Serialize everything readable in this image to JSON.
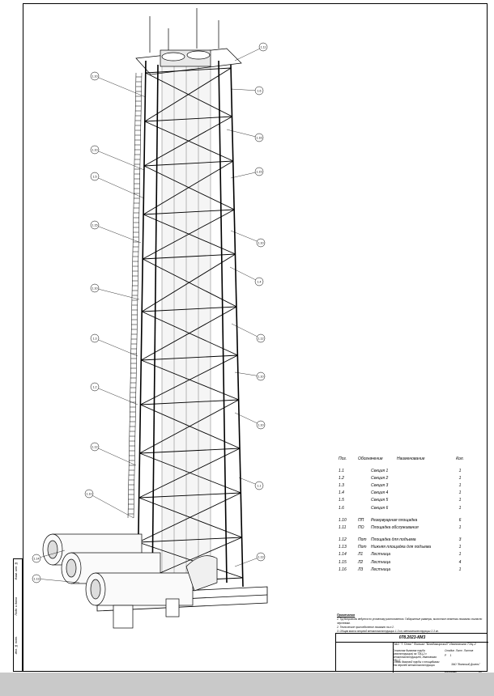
{
  "specification": {
    "headers": {
      "pos": "Поз.",
      "designation": "Обозначение",
      "name": "Наименование",
      "qty": "Кол."
    },
    "rows": [
      {
        "pos": "1.1",
        "designation": "",
        "name": "Секция 1",
        "qty": "1"
      },
      {
        "pos": "1.2",
        "designation": "",
        "name": "Секция 2",
        "qty": "1"
      },
      {
        "pos": "1.3",
        "designation": "",
        "name": "Секция 3",
        "qty": "1"
      },
      {
        "pos": "1.4",
        "designation": "",
        "name": "Секция 4",
        "qty": "1"
      },
      {
        "pos": "1.5",
        "designation": "",
        "name": "Секция 5",
        "qty": "1"
      },
      {
        "pos": "1.6",
        "designation": "",
        "name": "Секция 6",
        "qty": "1"
      },
      {
        "pos": "1.10",
        "designation": "ПП",
        "name": "Резервуарная площадка",
        "qty": "6"
      },
      {
        "pos": "1.11",
        "designation": "ПО",
        "name": "Площадка обслуживания",
        "qty": "1"
      },
      {
        "pos": "1.12",
        "designation": "Пот",
        "name": "Площадка для подъема",
        "qty": "3"
      },
      {
        "pos": "1.13",
        "designation": "Пот",
        "name": "Нижняя площадка для подъема",
        "qty": "1"
      },
      {
        "pos": "1.14",
        "designation": "Л1",
        "name": "Лестница",
        "qty": "1"
      },
      {
        "pos": "1.15",
        "designation": "Л2",
        "name": "Лестница",
        "qty": "4"
      },
      {
        "pos": "1.16",
        "designation": "Л3",
        "name": "Лестница",
        "qty": "1"
      }
    ]
  },
  "notes": {
    "title": "Примечания",
    "items": [
      "1. Трубопроводы ведутся по условному расположению. Габаритные размеры, высотные отметки показаны согласно чертежам.",
      "2. Техническое присоединение показано на л.2.",
      "3. Общая масса опорной металлоконструкции 1-3 кн, металлоконструкции 2-3 кн."
    ]
  },
  "title_block": {
    "code": "078.2023-КМ3",
    "organization": "ПАО \"Т Плюс\" Филиал \"Владимирский\" Ивановская ТЭЦ-2",
    "description": "Стальная дымовая труба (реконструкция) на ТЭЦ-2 с металлоконструкцией, Ивановская ТЭЦ-2",
    "sheet_title": "Схемы дымовой трубы с площадками для верхней металлоконструкции",
    "stage_label": "Стадия",
    "sheet_label": "Лист",
    "sheets_label": "Листов",
    "stage": "Р",
    "sheet": "1",
    "firm": "ЗАО \"Волжский Дизель\"",
    "copied": "Копировал",
    "format": "А3"
  },
  "side_stamp": {
    "labels": [
      "Взам. инв. №",
      "Подп. и дата",
      "Инв. № подл."
    ]
  },
  "callouts": [
    "1.11",
    "1.10",
    "1.6",
    "1.16",
    "1.10",
    "1.15",
    "1.5",
    "1.10",
    "1.15",
    "1.4",
    "1.10",
    "1.12",
    "1.3",
    "1.10",
    "1.2",
    "1.10",
    "1.12",
    "1.1",
    "1.10",
    "1.13",
    "1.14",
    "1.13"
  ]
}
